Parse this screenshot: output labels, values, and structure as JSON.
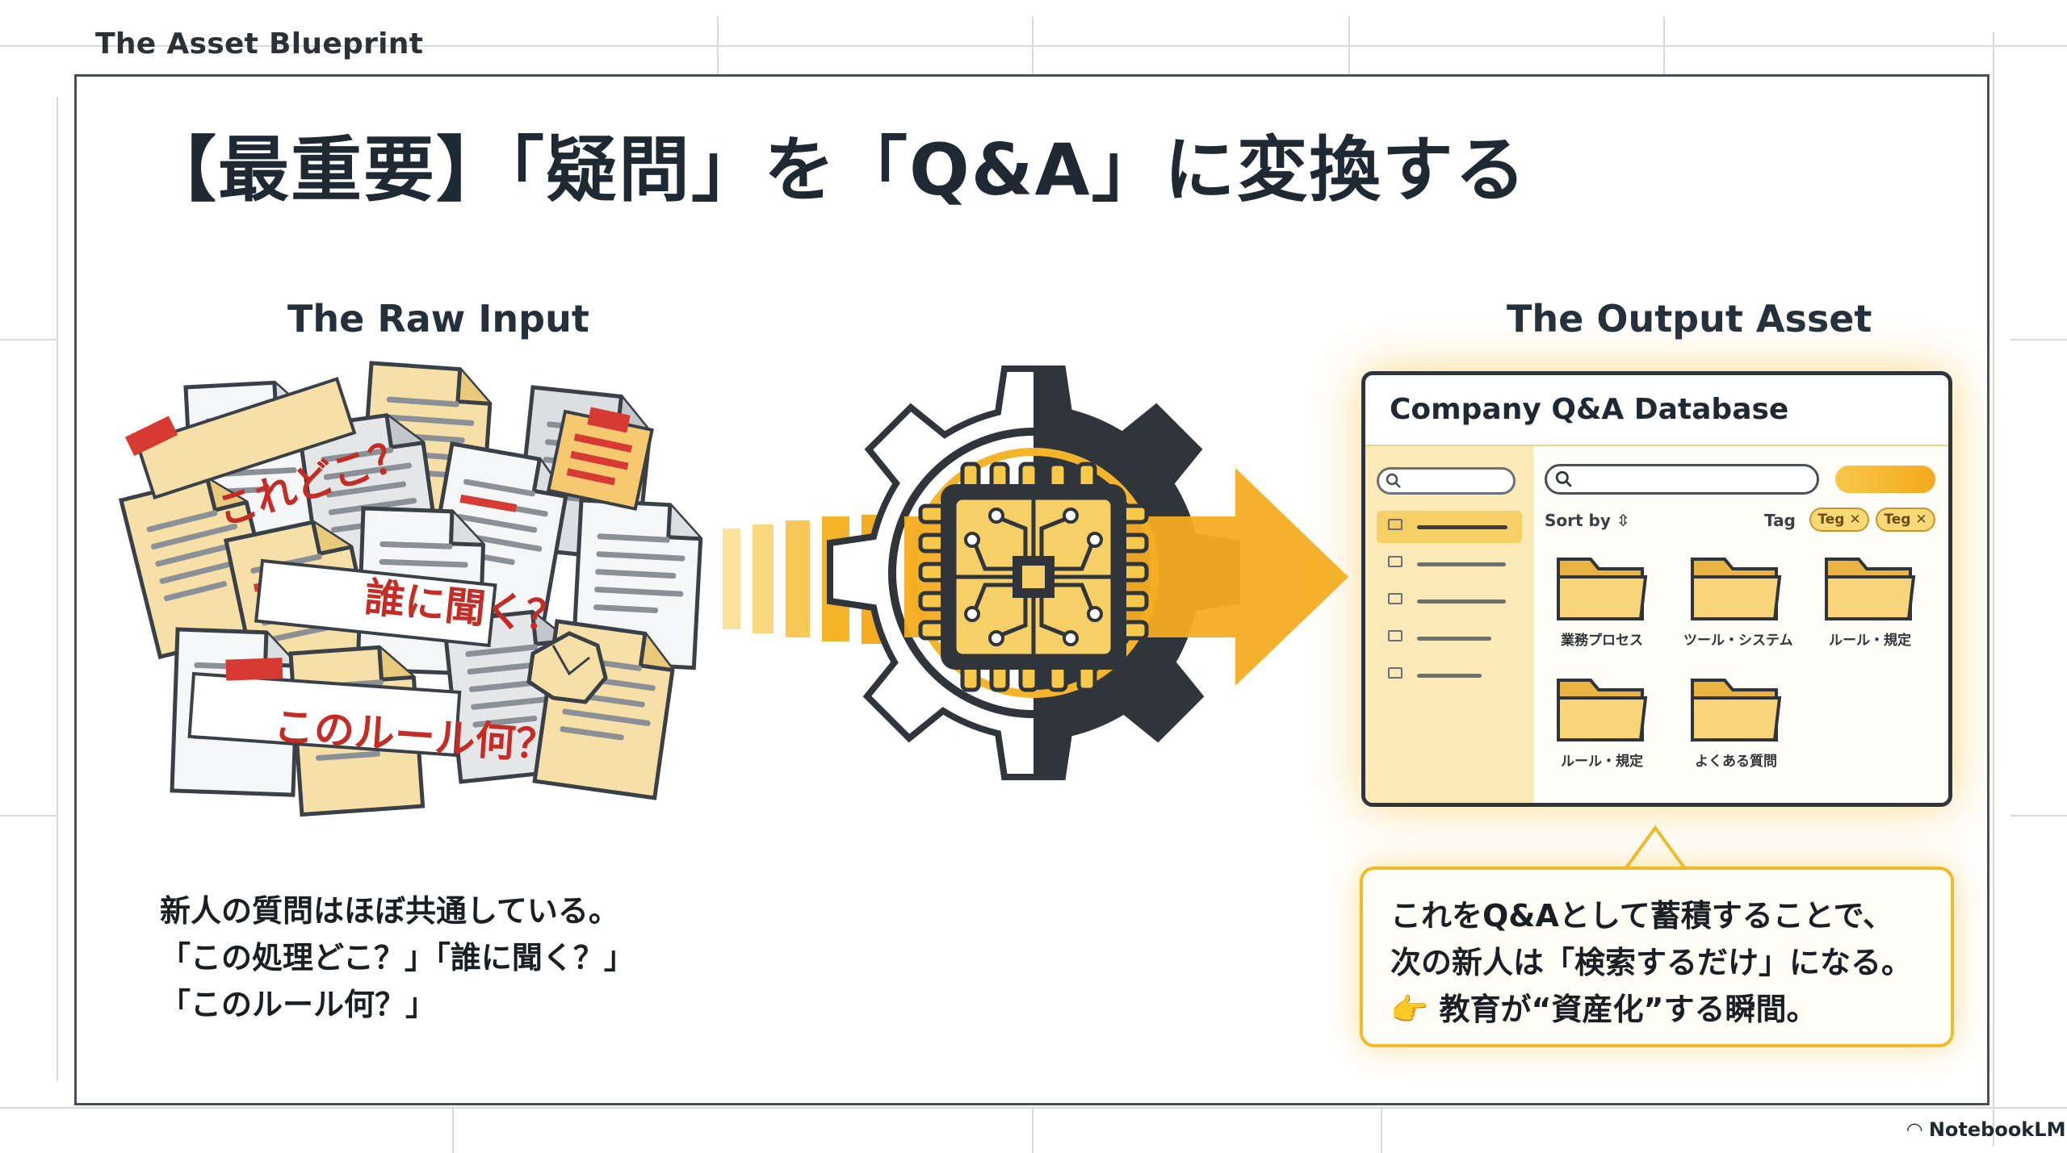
{
  "brand": "The Asset Blueprint",
  "title": "【最重要】「疑問」を「Q&A」に変換する",
  "raw_input": {
    "label": "The Raw Input",
    "notes": [
      "これどこ？",
      "誰に聞く？",
      "このルール何？"
    ]
  },
  "output_asset": {
    "label": "The Output Asset",
    "db_title": "Company Q&A Database",
    "sort_by": "Sort by ⇳",
    "tag_label": "Tag",
    "tags": [
      "Teg ✕",
      "Teg ✕"
    ],
    "folders": [
      "業務プロセス",
      "ツール・システム",
      "ルール・規定",
      "ルール・規定",
      "よくある質問"
    ]
  },
  "left_text": [
    "新人の質問はほぼ共通している。",
    "「この処理どこ？」「誰に聞く？」",
    "「このルール何？」"
  ],
  "callout": [
    "これをQ&Aとして蓄積することで、",
    "次の新人は「検索するだけ」になる。",
    "👉 教育が“資産化”する瞬間。"
  ],
  "footer": "NotebookLM",
  "colors": {
    "accent": "#f4a91c",
    "accent_light": "#f7c84a",
    "dark": "#2f353b",
    "paper": "#f6e0a8",
    "red": "#d63a32"
  }
}
